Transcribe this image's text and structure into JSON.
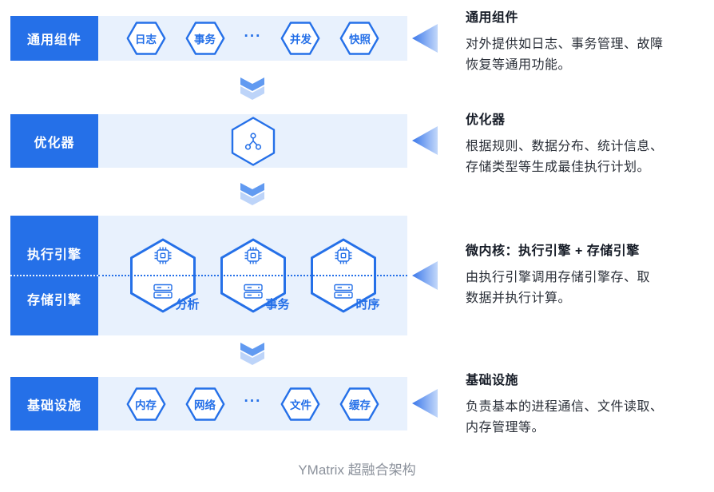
{
  "caption": "YMatrix 超融合架构",
  "colors": {
    "primary": "#2570e8",
    "band": "#e8f1fd",
    "label_text": "#ffffff",
    "note_text": "#2a2f38"
  },
  "layers": [
    {
      "label": "通用组件",
      "items": [
        "日志",
        "事务",
        "并发",
        "快照"
      ],
      "ellipsis": "···",
      "note": {
        "title": "通用组件",
        "body": "对外提供如日志、事务管理、故障\n恢复等通用功能。"
      }
    },
    {
      "label": "优化器",
      "icon": "optimizer-graph-icon",
      "note": {
        "title": "优化器",
        "body": "根据规则、数据分布、统计信息、\n存储类型等生成最佳执行计划。"
      }
    },
    {
      "label_top": "执行引擎",
      "label_bottom": "存储引擎",
      "items": [
        "分析",
        "事务",
        "时序"
      ],
      "icons": [
        "cpu-chip-icon",
        "storage-db-icon"
      ],
      "note": {
        "title": "微内核：执行引擎 + 存储引擎",
        "body": "由执行引擎调用存储引擎存、取\n数据并执行计算。"
      }
    },
    {
      "label": "基础设施",
      "items": [
        "内存",
        "网络",
        "文件",
        "缓存"
      ],
      "ellipsis": "···",
      "note": {
        "title": "基础设施",
        "body": "负责基本的进程通信、文件读取、\n内存管理等。"
      }
    }
  ]
}
